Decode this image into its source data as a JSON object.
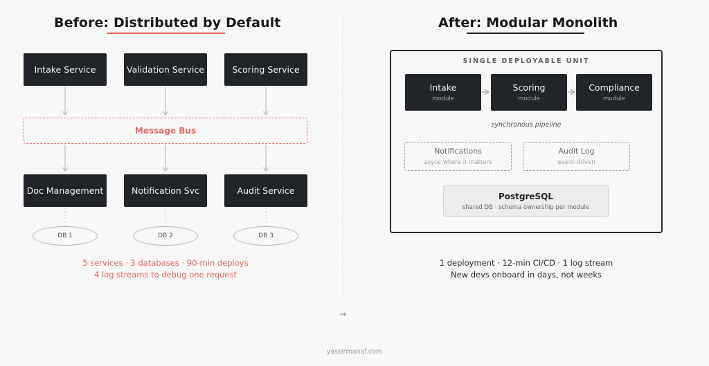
{
  "before": {
    "title_prefix": "Before: ",
    "title_highlight": "Distributed by Default",
    "underline_color": "#e0665f",
    "services_top": [
      "Intake Service",
      "Validation Service",
      "Scoring Service"
    ],
    "bus_label": "Message Bus",
    "services_bottom": [
      "Doc Management",
      "Notification Svc",
      "Audit Service"
    ],
    "databases": [
      "DB 1",
      "DB 2",
      "DB 3"
    ],
    "caption_line1": "5 services · 3 databases · 90-min deploys",
    "caption_line2": "4 log streams to debug one request",
    "accent_color": "#e0665f"
  },
  "after": {
    "title_prefix": "After: ",
    "title_highlight": "Modular Monolith",
    "underline_color": "#1f2226",
    "unit_label": "SINGLE DEPLOYABLE UNIT",
    "modules": [
      {
        "name": "Intake",
        "sub": "module"
      },
      {
        "name": "Scoring",
        "sub": "module"
      },
      {
        "name": "Compliance",
        "sub": "module"
      }
    ],
    "pipeline_label": "synchronous pipeline",
    "async_boxes": [
      {
        "name": "Notifications",
        "sub": "async where it matters"
      },
      {
        "name": "Audit Log",
        "sub": "event-driven"
      }
    ],
    "database": {
      "name": "PostgreSQL",
      "sub": "shared DB · schema ownership per module"
    },
    "caption_line1": "1 deployment · 12-min CI/CD · 1 log stream",
    "caption_line2": "New devs onboard in days, not weeks"
  },
  "nav_arrow": "→",
  "footer": "yassirmanaf.com"
}
